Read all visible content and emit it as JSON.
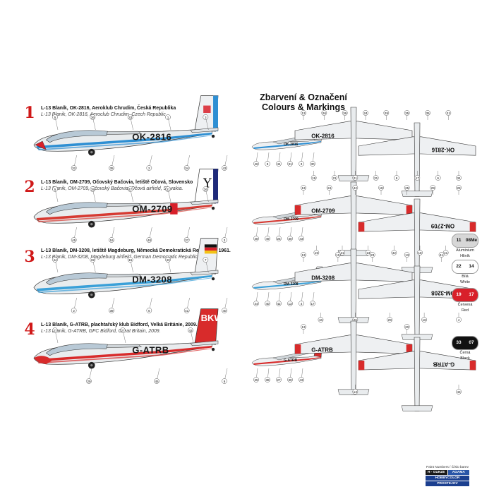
{
  "header": {
    "title_cz": "Zbarvení & Označení",
    "title_en": "Colours & Markings"
  },
  "schemes": [
    {
      "num": "1",
      "caption_cz": "L-13 Blaník, OK-2816, Aeroklub Chrudim, Česká Republika",
      "caption_en": "L-13 Blanik, OK-2816, Aeroclub Chrudim, Czech Republic.",
      "registration": "OK-2816",
      "stripe_color": "#2e8fd3",
      "callouts_side": [
        "5",
        "32",
        "36",
        "35",
        "33",
        "2",
        "1",
        "34",
        "3",
        "43"
      ],
      "callouts_small": [
        "46",
        "8",
        "44",
        "31",
        "3",
        "30"
      ],
      "callouts_planform": [
        "13",
        "19",
        "26",
        "21",
        "36",
        "21",
        "24",
        "31",
        "29",
        "6",
        "35",
        "17",
        "35",
        "6",
        "21",
        "34"
      ]
    },
    {
      "num": "2",
      "caption_cz": "L-13 Blaník, OM-2709, Očovský Bačovia, letiště Očová, Slovensko",
      "caption_en": "L-13 Blanik, OM-2709, Očovský Bačovia, Očová airfield, Slovakia.",
      "registration": "OM-2709",
      "fin_letter": "Y",
      "stripe_color": "#d63a32",
      "callouts_side": [
        "5",
        "45",
        "39",
        "16",
        "47",
        "48",
        "31",
        "37",
        "36",
        "3"
      ],
      "callouts_small": [
        "48",
        "49",
        "25",
        "30",
        "43"
      ],
      "callouts_planform": [
        "13",
        "19",
        "24",
        "21",
        "42",
        "13",
        "18",
        "42",
        "25",
        "18",
        "29",
        "41",
        "28"
      ]
    },
    {
      "num": "3",
      "caption_cz": "L-13 Blaník, DM-3208, letiště Magdeburg, Německá Demokratická Republika, 1961.",
      "caption_en": "L-13 Blanik, DM-3208, Magdeburg airfield, German Democratic Republic, 1961.",
      "registration": "DM-3208",
      "stripe_color": "#3aa0d8",
      "callouts_side": [
        "44",
        "2",
        "32",
        "39",
        "16",
        "6",
        "43",
        "41",
        "7",
        "40"
      ],
      "callouts_small": [
        "44",
        "40",
        "42",
        "13",
        "4",
        "17"
      ],
      "callouts_planform": [
        "13",
        "16",
        "15",
        "25",
        "23",
        "29",
        "13",
        "16",
        "41",
        "4"
      ]
    },
    {
      "num": "4",
      "caption_cz": "L-13 Blaník, G-ATRB, plachtařský klub Bidford, Velká Británie, 2009.",
      "caption_en": "L-13 Blanik, G-ATRB, GFC Bidford, Great Britain, 2009.",
      "registration": "G-ATRB",
      "fin_text": "BKW",
      "stripe_color": "#d82b2b",
      "callouts_side": [
        "27",
        "29",
        "27",
        "45",
        "43",
        "6"
      ],
      "callouts_small": [
        "25",
        "38",
        "27",
        "30",
        "43"
      ],
      "callouts_planform": [
        "13",
        "13",
        "20",
        "43"
      ]
    }
  ],
  "paint_legend": [
    {
      "codes": [
        "11",
        "08Me"
      ],
      "label_cz": "Aluminium",
      "label_en": "Hliník",
      "left": "#d7d7d7",
      "right": "#d7d7d7"
    },
    {
      "codes": [
        "22",
        "14"
      ],
      "label_cz": "Bílá",
      "label_en": "White",
      "left": "#ffffff",
      "right": "#ffffff"
    },
    {
      "codes": [
        "19",
        "17"
      ],
      "label_cz": "Červená",
      "label_en": "Red",
      "left": "#d8202a",
      "right": "#d8202a"
    },
    {
      "codes": [
        "33",
        "07"
      ],
      "label_cz": "Černá",
      "label_en": "Black",
      "left": "#111111",
      "right": "#111111"
    }
  ],
  "brand": {
    "line1": "Paint Numbers / Číslo barev",
    "line2a": "H - GUNZE",
    "line2b": "AGAMA",
    "line3": "HOBBYCOLOR",
    "line4": "PROSTEJOV"
  }
}
